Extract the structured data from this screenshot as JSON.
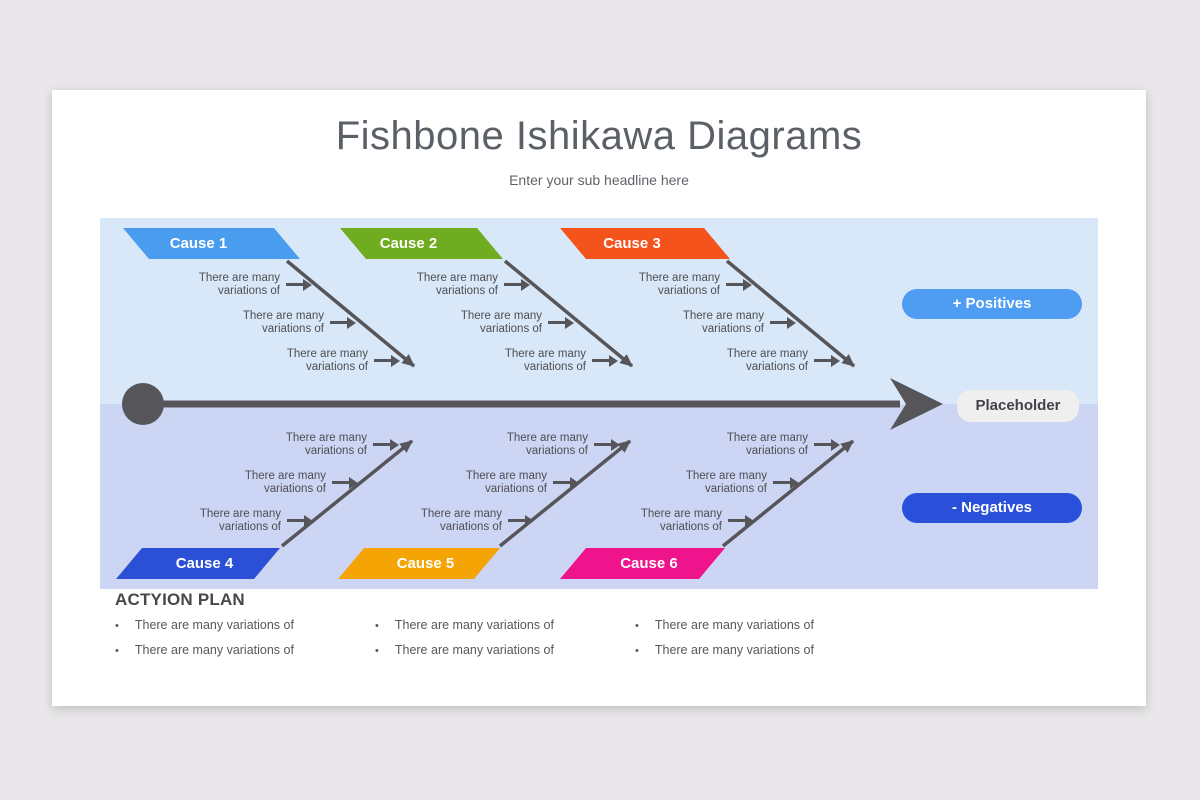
{
  "slide": {
    "title": "Fishbone Ishikawa Diagrams",
    "subtitle": "Enter your sub headline here"
  },
  "diagram": {
    "spine_label": "Placeholder",
    "positive_label": "+ Positives",
    "negative_label": "- Negatives",
    "rib_label": "There are many variations of",
    "rib_label_lines": [
      "There are many",
      "variations of"
    ],
    "causes": [
      {
        "label": "Cause 1",
        "color": "#4a9cef"
      },
      {
        "label": "Cause 2",
        "color": "#70ac1f"
      },
      {
        "label": "Cause 3",
        "color": "#f4531c"
      },
      {
        "label": "Cause 4",
        "color": "#2b50d5"
      },
      {
        "label": "Cause 5",
        "color": "#f5a406"
      },
      {
        "label": "Cause 6",
        "color": "#f0148c"
      }
    ],
    "colors": {
      "band_top": "#d9e8f9",
      "band_bottom": "#cdd5f4",
      "skeleton": "#56565a",
      "positive_pill": "#4f9df3",
      "negative_pill": "#2a4fd9",
      "placeholder_pill": "#efeff0"
    }
  },
  "action_plan": {
    "heading": "ACTYION PLAN",
    "bullets": [
      "There are many variations of",
      "There are many variations of",
      "There are many variations of",
      "There are many variations of",
      "There are many variations of",
      "There are many variations of"
    ]
  }
}
